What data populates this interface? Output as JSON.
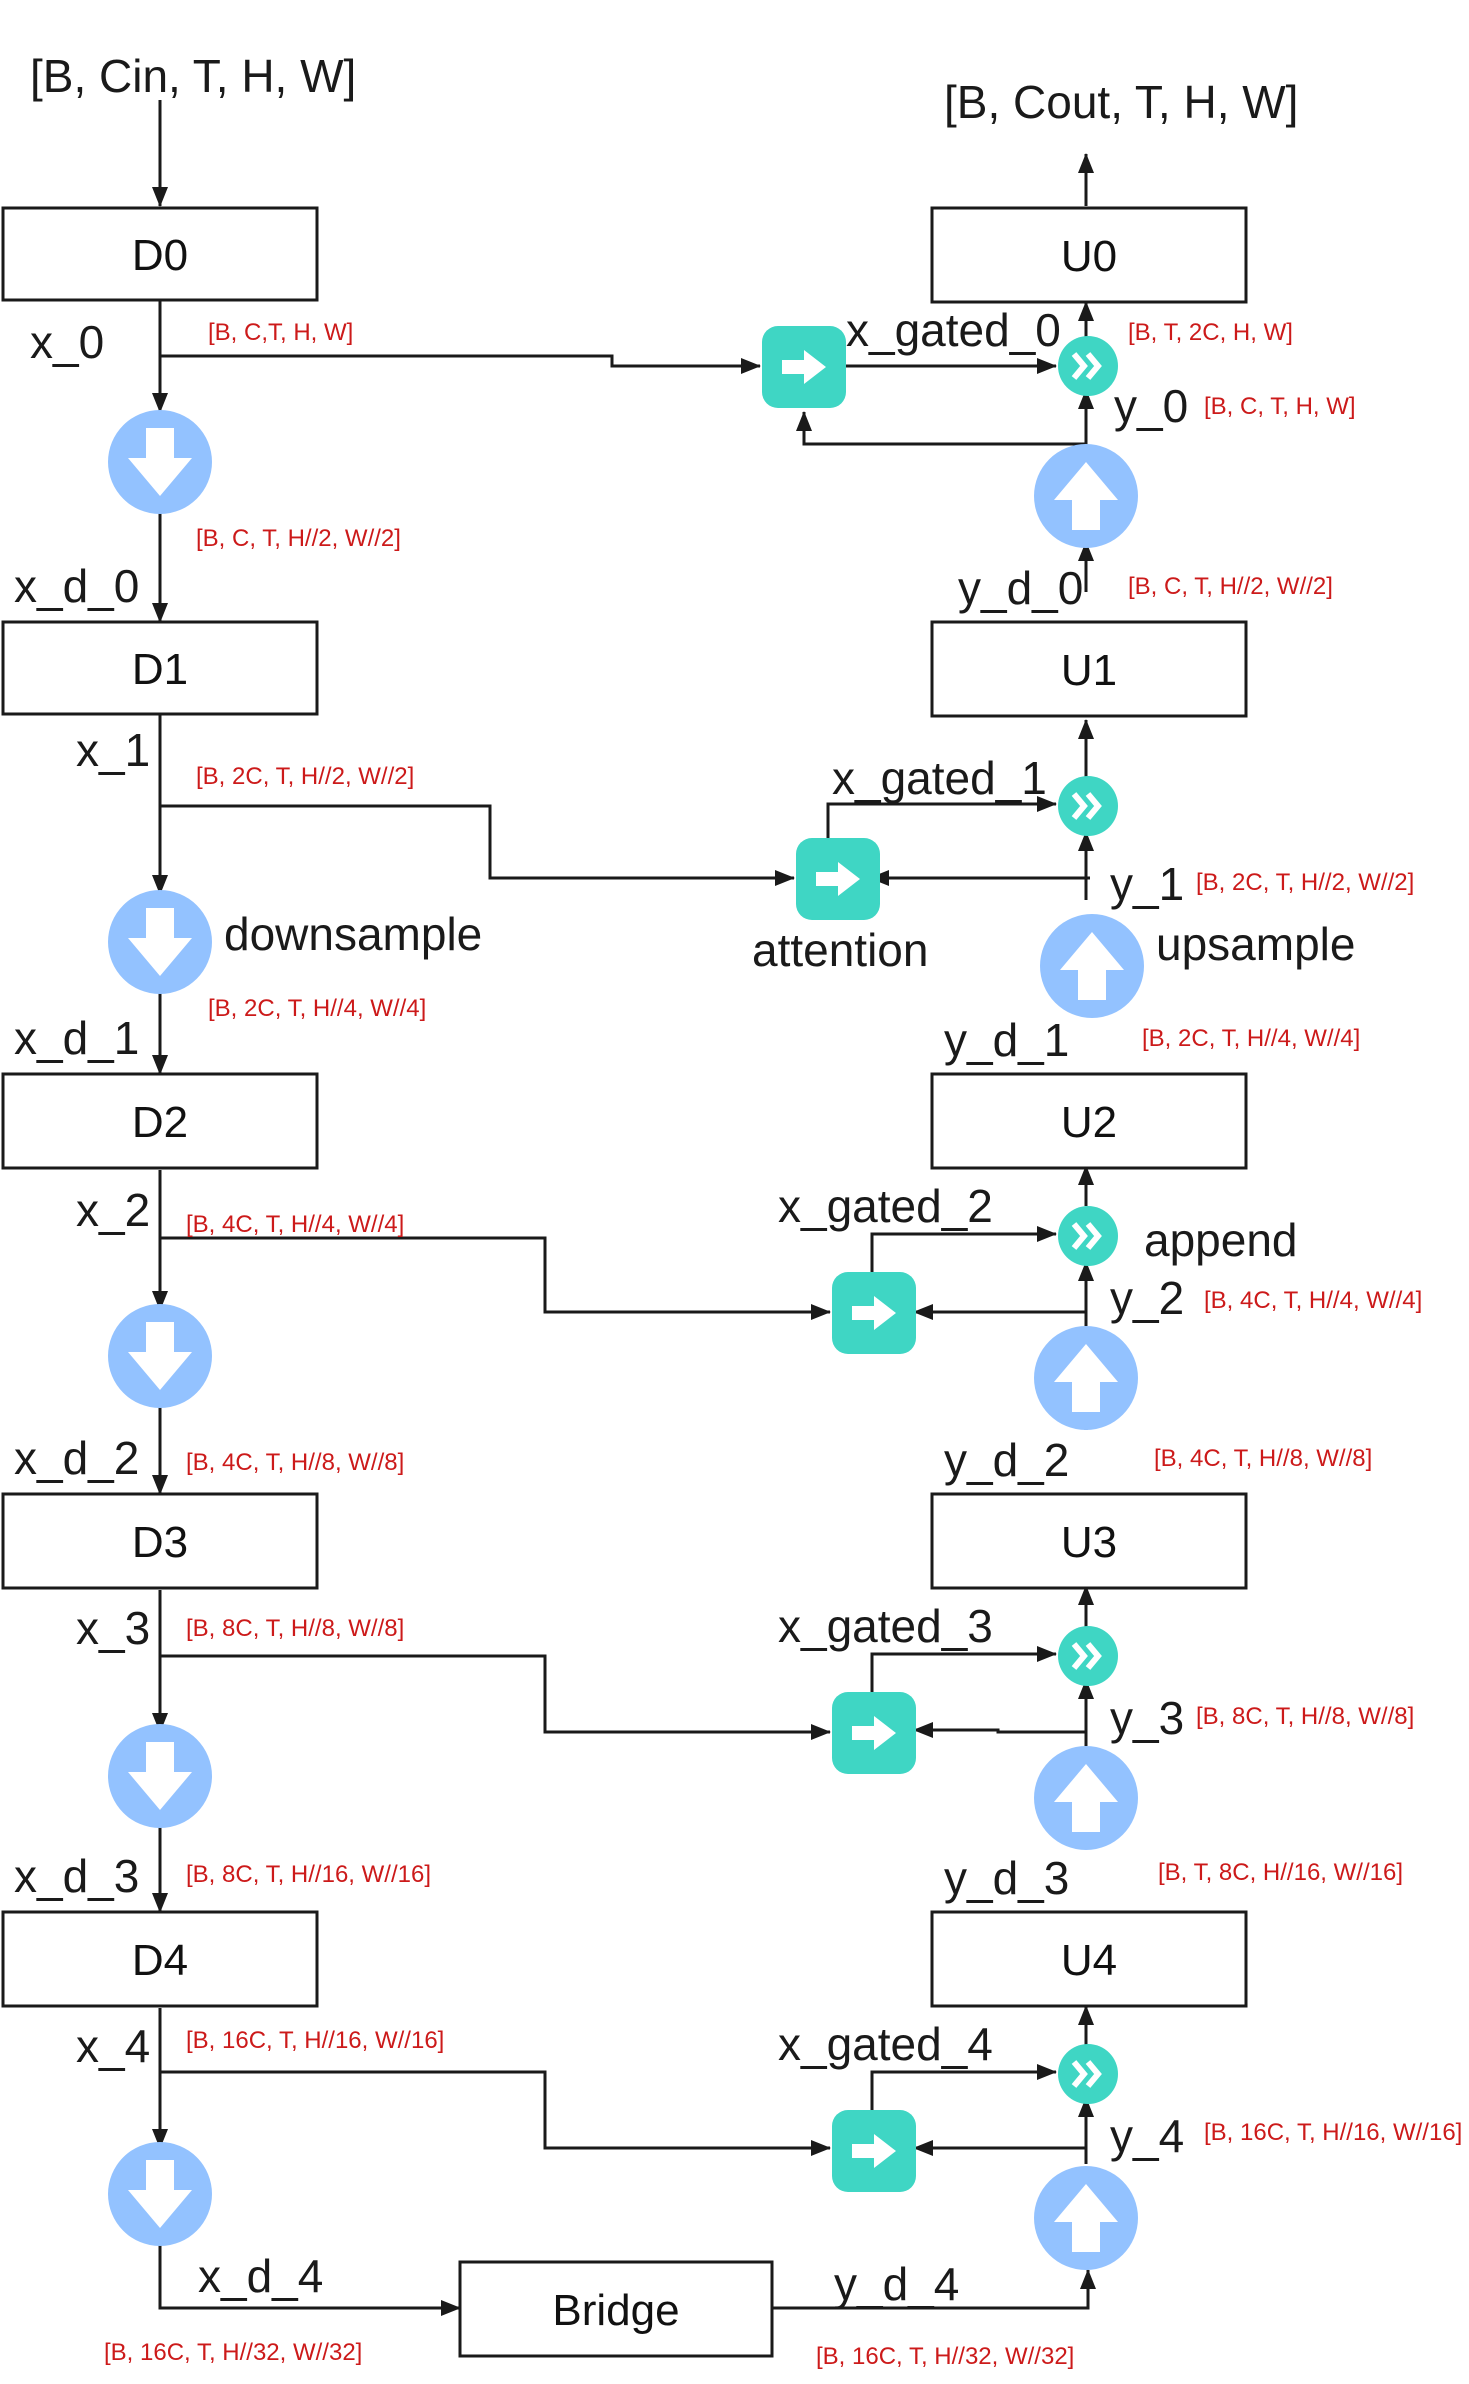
{
  "input_shape": "[B, Cin, T, H, W]",
  "output_shape": "[B, Cout, T, H, W]",
  "blocks": {
    "D0": "D0",
    "D1": "D1",
    "D2": "D2",
    "D3": "D3",
    "D4": "D4",
    "U0": "U0",
    "U1": "U1",
    "U2": "U2",
    "U3": "U3",
    "U4": "U4",
    "bridge": "Bridge"
  },
  "labels": {
    "x_0": "x_0",
    "x_1": "x_1",
    "x_2": "x_2",
    "x_3": "x_3",
    "x_4": "x_4",
    "x_d_0": "x_d_0",
    "x_d_1": "x_d_1",
    "x_d_2": "x_d_2",
    "x_d_3": "x_d_3",
    "x_d_4": "x_d_4",
    "y_0": "y_0",
    "y_1": "y_1",
    "y_2": "y_2",
    "y_3": "y_3",
    "y_4": "y_4",
    "y_d_0": "y_d_0",
    "y_d_1": "y_d_1",
    "y_d_2": "y_d_2",
    "y_d_3": "y_d_3",
    "y_d_4": "y_d_4",
    "x_gated_0": "x_gated_0",
    "x_gated_1": "x_gated_1",
    "x_gated_2": "x_gated_2",
    "x_gated_3": "x_gated_3",
    "x_gated_4": "x_gated_4",
    "downsample": "downsample",
    "upsample": "upsample",
    "attention": "attention",
    "append": "append"
  },
  "dims": {
    "x_0": "[B, C,T, H, W]",
    "x_d_0": "[B, C, T, H//2, W//2]",
    "x_1": "[B, 2C, T, H//2, W//2]",
    "x_d_1": "[B, 2C, T, H//4, W//4]",
    "x_2": "[B, 4C, T, H//4, W//4]",
    "x_d_2": "[B, 4C, T, H//8, W//8]",
    "x_3": "[B, 8C, T, H//8, W//8]",
    "x_d_3": "[B, 8C, T, H//16, W//16]",
    "x_4": "[B, 16C, T, H//16, W//16]",
    "x_d_4": "[B, 16C, T, H//32, W//32]",
    "u0_out": "[B, T, 2C, H, W]",
    "y_0": "[B, C, T, H, W]",
    "y_d_0": "[B, C, T, H//2, W//2]",
    "y_1": "[B, 2C, T, H//2, W//2]",
    "y_d_1": "[B, 2C, T, H//4, W//4]",
    "y_2": "[B, 4C, T, H//4, W//4]",
    "y_d_2": "[B, 4C, T, H//8, W//8]",
    "y_3": "[B, 8C, T, H//8, W//8]",
    "y_d_3": "[B, T, 8C, H//16, W//16]",
    "y_4": "[B, 16C, T, H//16, W//16]",
    "y_d_4": "[B, 16C, T,  H//32, W//32]"
  },
  "colors": {
    "downsample_circle": "#93c2ff",
    "attention_gate": "#3fd6c4",
    "append_node": "#3fd6c4",
    "dim_text": "#cc1a1a"
  },
  "icons": {
    "down": "arrow-down-icon",
    "up": "arrow-up-icon",
    "attention": "arrow-right-icon",
    "append": "double-chevron-right-icon"
  }
}
